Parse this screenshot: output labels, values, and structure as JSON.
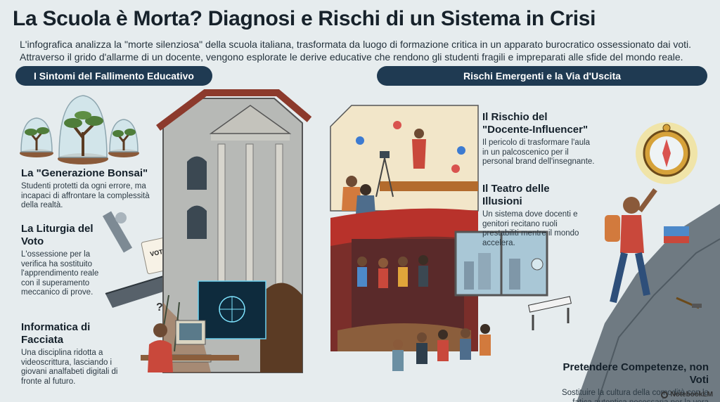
{
  "title": "La Scuola è Morta? Diagnosi e Rischi di un Sistema in Crisi",
  "intro": "L'infografica analizza la \"morte silenziosa\" della scuola italiana, trasformata da luogo di formazione critica in un apparato burocratico ossessionato dai voti. Attraverso il grido d'allarme di un docente, vengono esplorate le derive educative che rendono gli studenti fragili e impreparati alle sfide del mondo reale.",
  "sections": {
    "left_header": "I Sintomi del Fallimento Educativo",
    "right_header": "Rischi Emergenti e la Via d'Uscita"
  },
  "symptoms": [
    {
      "title": "La \"Generazione Bonsai\"",
      "text": "Studenti protetti da ogni errore, ma incapaci di affrontare la complessità della realtà."
    },
    {
      "title": "La Liturgia del Voto",
      "text": "L'ossessione per la verifica ha sostituito l'apprendimento reale con il superamento meccanico di prove."
    },
    {
      "title": "Informatica di Facciata",
      "text": "Una disciplina ridotta a videoscrittura, lasciando i giovani analfabeti digitali di fronte al futuro."
    }
  ],
  "risks": [
    {
      "title": "Il Rischio del \"Docente-Influencer\"",
      "text": "Il pericolo di trasformare l'aula in un palcoscenico per il personal brand dell'insegnante."
    },
    {
      "title": "Il Teatro delle Illusioni",
      "text": "Un sistema dove docenti e genitori recitano ruoli prestabiliti mentre il mondo accelera."
    },
    {
      "title": "Pretendere Competenze, non Voti",
      "text": "Sostituire la cultura della comodità con la fatica autentica necessaria per la vera conoscenza."
    }
  ],
  "illustration": {
    "paper_label": "VOTO"
  },
  "brand": "NotebookLM"
}
